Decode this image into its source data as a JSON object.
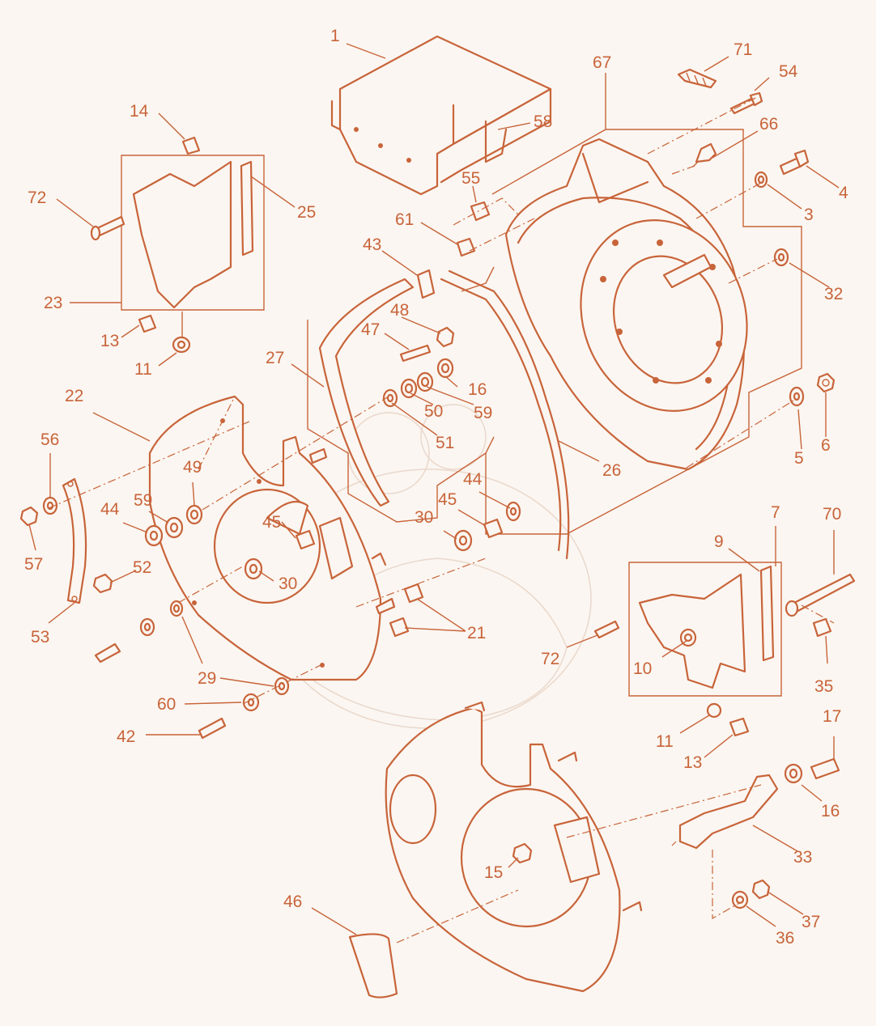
{
  "colors": {
    "line": "#c8643a",
    "background": "#fbf6f1",
    "watermark": "#ead8cc"
  },
  "callouts": [
    {
      "id": "c1",
      "label": "1"
    },
    {
      "id": "c3",
      "label": "3"
    },
    {
      "id": "c4",
      "label": "4"
    },
    {
      "id": "c5",
      "label": "5"
    },
    {
      "id": "c6",
      "label": "6"
    },
    {
      "id": "c7",
      "label": "7"
    },
    {
      "id": "c9",
      "label": "9"
    },
    {
      "id": "c10",
      "label": "10"
    },
    {
      "id": "c11a",
      "label": "11"
    },
    {
      "id": "c11b",
      "label": "11"
    },
    {
      "id": "c13a",
      "label": "13"
    },
    {
      "id": "c13b",
      "label": "13"
    },
    {
      "id": "c14",
      "label": "14"
    },
    {
      "id": "c15",
      "label": "15"
    },
    {
      "id": "c16a",
      "label": "16"
    },
    {
      "id": "c16b",
      "label": "16"
    },
    {
      "id": "c17",
      "label": "17"
    },
    {
      "id": "c21",
      "label": "21"
    },
    {
      "id": "c22",
      "label": "22"
    },
    {
      "id": "c23",
      "label": "23"
    },
    {
      "id": "c25",
      "label": "25"
    },
    {
      "id": "c26",
      "label": "26"
    },
    {
      "id": "c27",
      "label": "27"
    },
    {
      "id": "c29",
      "label": "29"
    },
    {
      "id": "c30a",
      "label": "30"
    },
    {
      "id": "c30b",
      "label": "30"
    },
    {
      "id": "c32",
      "label": "32"
    },
    {
      "id": "c33",
      "label": "33"
    },
    {
      "id": "c35",
      "label": "35"
    },
    {
      "id": "c36",
      "label": "36"
    },
    {
      "id": "c37",
      "label": "37"
    },
    {
      "id": "c42",
      "label": "42"
    },
    {
      "id": "c43",
      "label": "43"
    },
    {
      "id": "c44a",
      "label": "44"
    },
    {
      "id": "c44b",
      "label": "44"
    },
    {
      "id": "c45a",
      "label": "45"
    },
    {
      "id": "c45b",
      "label": "45"
    },
    {
      "id": "c46",
      "label": "46"
    },
    {
      "id": "c47",
      "label": "47"
    },
    {
      "id": "c48",
      "label": "48"
    },
    {
      "id": "c49",
      "label": "49"
    },
    {
      "id": "c50",
      "label": "50"
    },
    {
      "id": "c51",
      "label": "51"
    },
    {
      "id": "c52",
      "label": "52"
    },
    {
      "id": "c53",
      "label": "53"
    },
    {
      "id": "c54",
      "label": "54"
    },
    {
      "id": "c55",
      "label": "55"
    },
    {
      "id": "c56",
      "label": "56"
    },
    {
      "id": "c57",
      "label": "57"
    },
    {
      "id": "c58",
      "label": "58"
    },
    {
      "id": "c59a",
      "label": "59"
    },
    {
      "id": "c59b",
      "label": "59"
    },
    {
      "id": "c60",
      "label": "60"
    },
    {
      "id": "c61",
      "label": "61"
    },
    {
      "id": "c66",
      "label": "66"
    },
    {
      "id": "c67",
      "label": "67"
    },
    {
      "id": "c70",
      "label": "70"
    },
    {
      "id": "c71",
      "label": "71"
    },
    {
      "id": "c72a",
      "label": "72"
    },
    {
      "id": "c72b",
      "label": "72"
    }
  ]
}
